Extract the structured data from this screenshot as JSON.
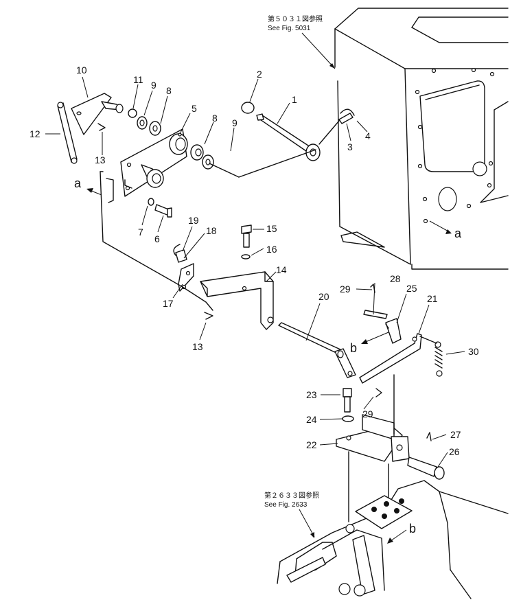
{
  "references": {
    "top_jp": "第５０３１図参照",
    "top_en": "See Fig. 5031",
    "bottom_jp": "第２６３３図参照",
    "bottom_en": "See Fig. 2633"
  },
  "view_markers": {
    "a": "a",
    "b": "b"
  },
  "part_numbers": {
    "p1": "1",
    "p2": "2",
    "p3": "3",
    "p4": "4",
    "p5": "5",
    "p6": "6",
    "p7": "7",
    "p8": "8",
    "p9": "9",
    "p10": "10",
    "p11": "11",
    "p12": "12",
    "p13": "13",
    "p14": "14",
    "p15": "15",
    "p16": "16",
    "p17": "17",
    "p18": "18",
    "p19": "19",
    "p20": "20",
    "p21": "21",
    "p22": "22",
    "p23": "23",
    "p24": "24",
    "p25": "25",
    "p26": "26",
    "p27": "27",
    "p28": "28",
    "p29": "29",
    "p30": "30"
  }
}
